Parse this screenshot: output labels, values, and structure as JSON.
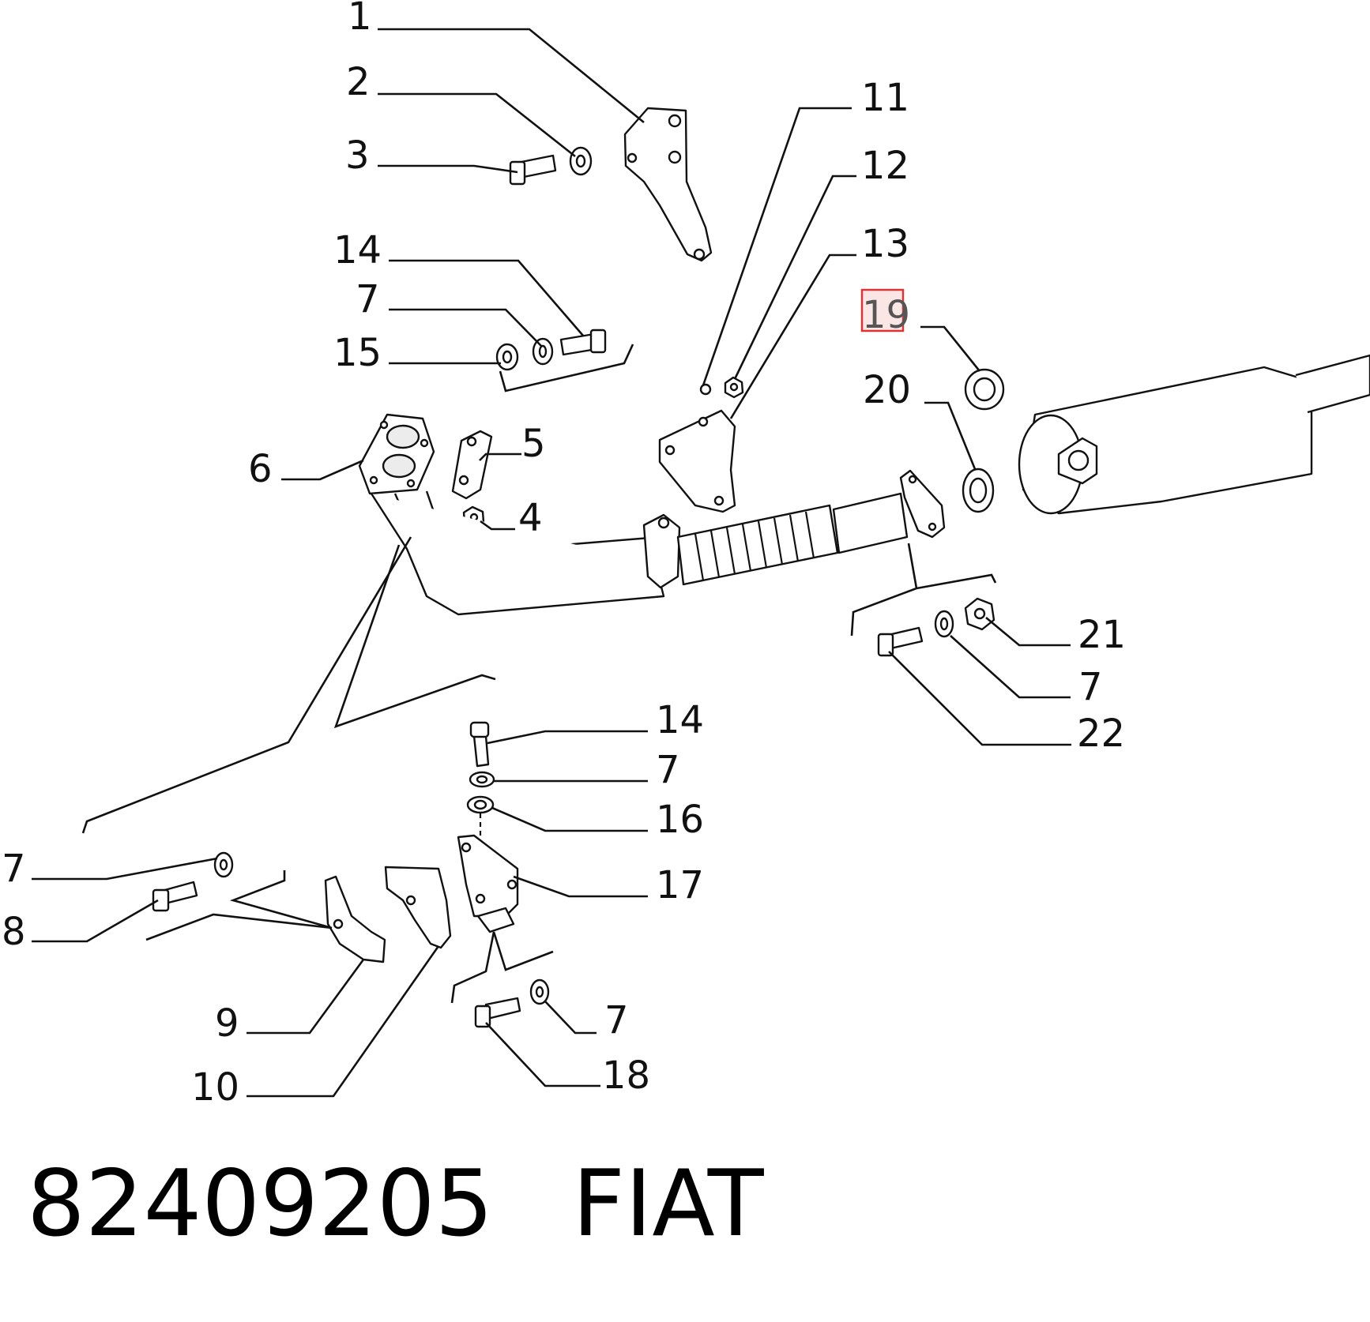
{
  "highlight_color": "#dd3333",
  "callouts": [
    {
      "id": "c1",
      "label": "1"
    },
    {
      "id": "c2",
      "label": "2"
    },
    {
      "id": "c3",
      "label": "3"
    },
    {
      "id": "c14a",
      "label": "14"
    },
    {
      "id": "c7a",
      "label": "7"
    },
    {
      "id": "c15",
      "label": "15"
    },
    {
      "id": "c5",
      "label": "5"
    },
    {
      "id": "c6",
      "label": "6"
    },
    {
      "id": "c4",
      "label": "4"
    },
    {
      "id": "c11",
      "label": "11"
    },
    {
      "id": "c12",
      "label": "12"
    },
    {
      "id": "c13",
      "label": "13"
    },
    {
      "id": "c19",
      "label": "19",
      "highlighted": true
    },
    {
      "id": "c20",
      "label": "20"
    },
    {
      "id": "c21",
      "label": "21"
    },
    {
      "id": "c7b",
      "label": "7"
    },
    {
      "id": "c22",
      "label": "22"
    },
    {
      "id": "c14b",
      "label": "14"
    },
    {
      "id": "c7c",
      "label": "7"
    },
    {
      "id": "c16",
      "label": "16"
    },
    {
      "id": "c17",
      "label": "17"
    },
    {
      "id": "c7d",
      "label": "7"
    },
    {
      "id": "c8",
      "label": "8"
    },
    {
      "id": "c9",
      "label": "9"
    },
    {
      "id": "c10",
      "label": "10"
    },
    {
      "id": "c7e",
      "label": "7"
    },
    {
      "id": "c18",
      "label": "18"
    }
  ],
  "caption": {
    "part_number": "82409205",
    "brand": "FIAT"
  }
}
